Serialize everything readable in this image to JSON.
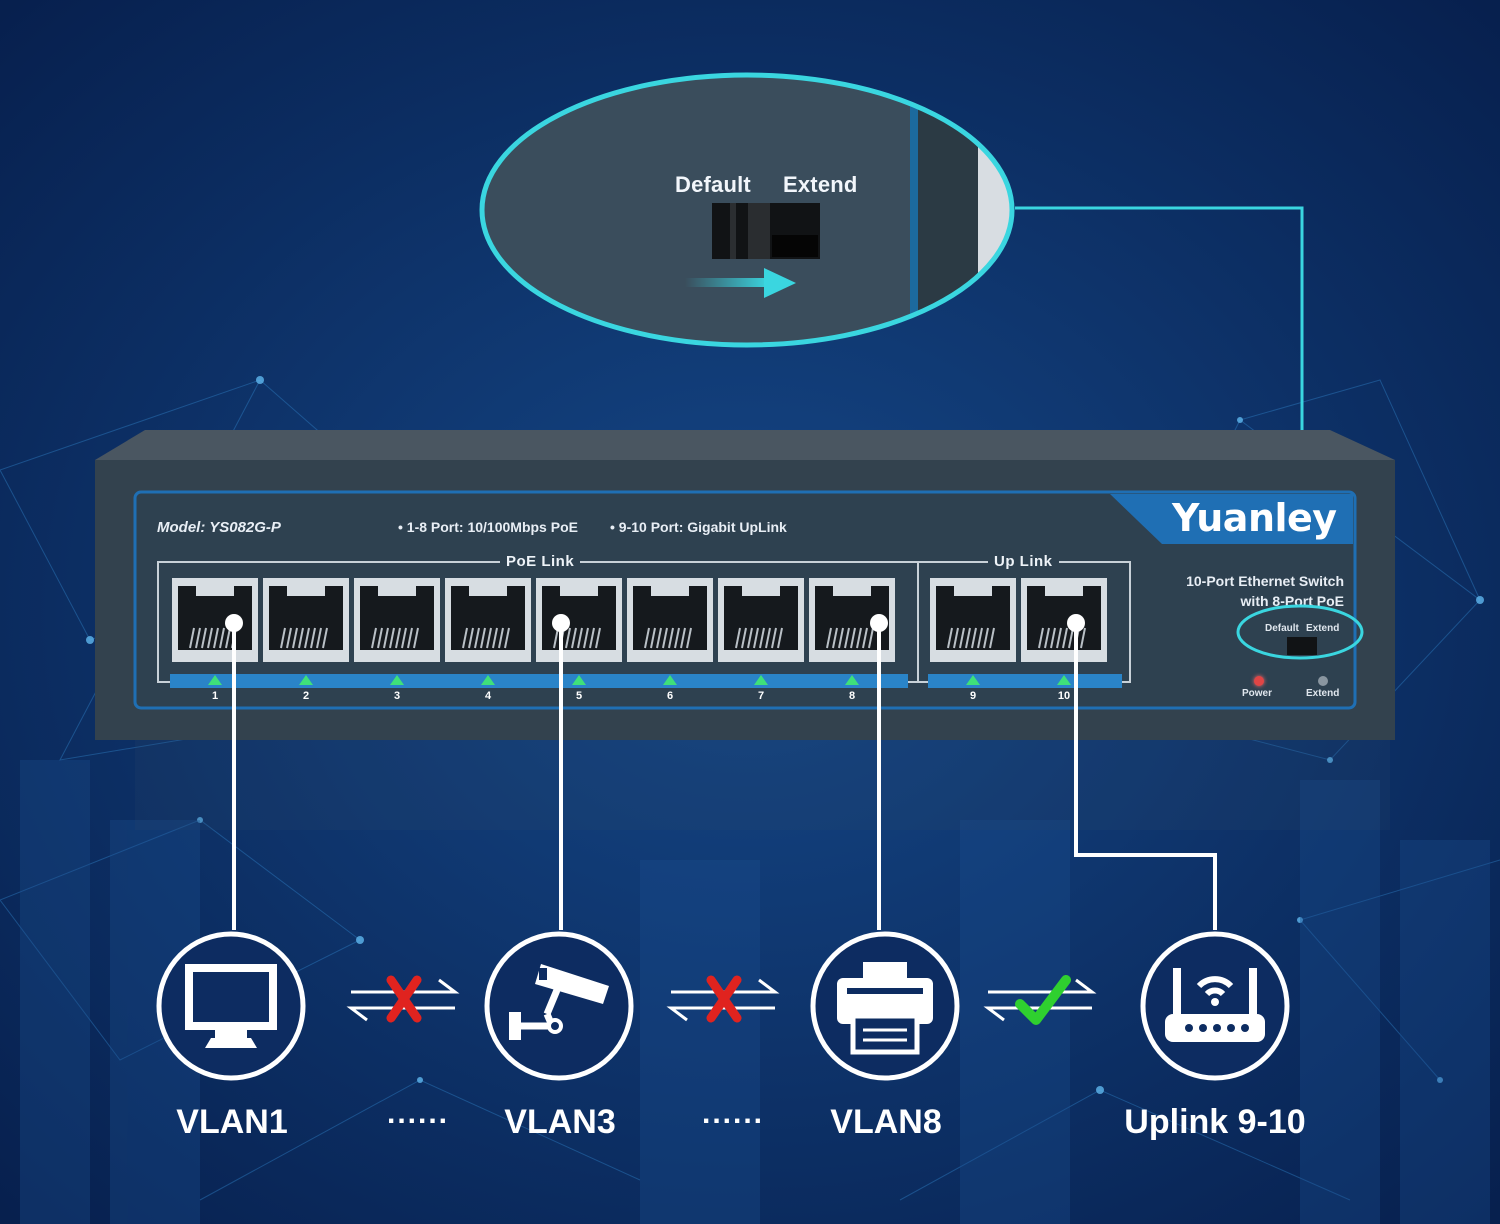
{
  "zoom": {
    "label_default": "Default",
    "label_extend": "Extend"
  },
  "panel": {
    "model": "Model: YS082G-P",
    "spec_1": "1-8 Port: 10/100Mbps PoE",
    "spec_2": "9-10 Port: Gigabit UpLink",
    "group_poe": "PoE Link",
    "group_uplink": "Up Link",
    "brand": "Yuanley",
    "desc_line1": "10-Port Ethernet Switch",
    "desc_line2": "with 8-Port PoE",
    "switch_default": "Default",
    "switch_extend": "Extend",
    "led_power": "Power",
    "led_extend": "Extend",
    "ports": [
      "1",
      "2",
      "3",
      "4",
      "5",
      "6",
      "7",
      "8",
      "9",
      "10"
    ]
  },
  "devices": [
    {
      "label": "VLAN1",
      "icon": "monitor-icon"
    },
    {
      "label": "VLAN3",
      "icon": "camera-icon"
    },
    {
      "label": "VLAN8",
      "icon": "printer-icon"
    },
    {
      "label": "Uplink 9-10",
      "icon": "router-icon"
    }
  ],
  "separators": {
    "dots_1": "......",
    "dots_2": "......"
  },
  "colors": {
    "background": "#0a2a63",
    "accent": "#3ad6e0",
    "blocked": "#e0231f",
    "allowed": "#2fd02f",
    "brand_bar": "#1f6fb4"
  }
}
